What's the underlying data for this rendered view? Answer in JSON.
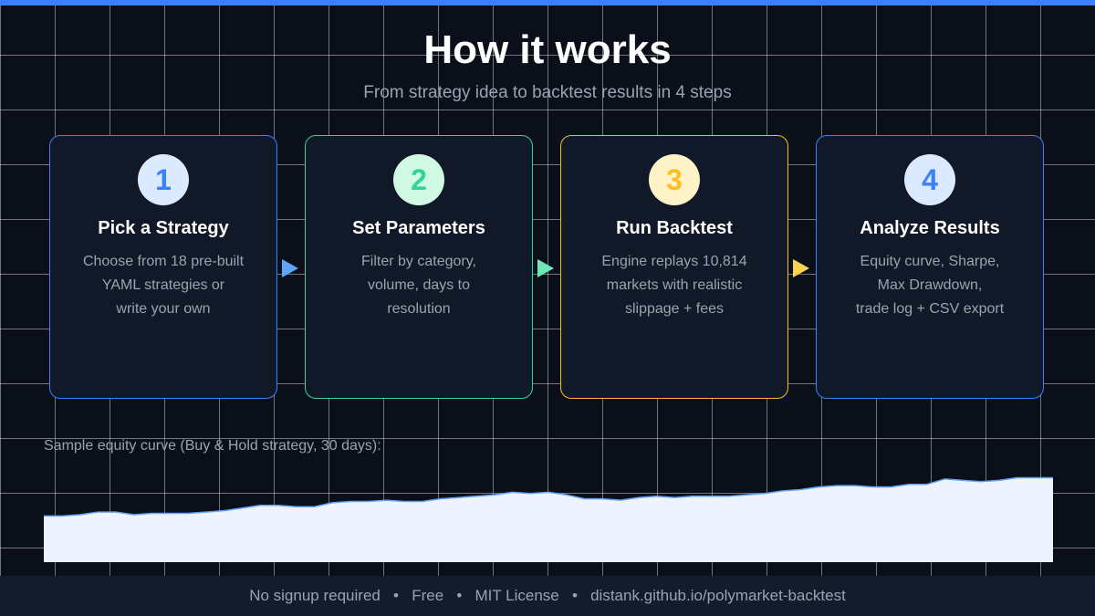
{
  "header": {
    "title": "How it works",
    "subtitle": "From strategy idea to backtest results in 4 steps"
  },
  "colors": {
    "accent_bar": "#3b82f6",
    "step1": "#3b82f6",
    "step2": "#34d399",
    "step3": "#fbbf24",
    "step4": "#3b82f6"
  },
  "steps": [
    {
      "number": "1",
      "title": "Pick a Strategy",
      "desc": [
        "Choose from 18 pre-built",
        "YAML strategies or",
        "write your own"
      ],
      "color": "#3b82f6",
      "circle_bg": "#dbeafe",
      "num_color": "#3b82f6"
    },
    {
      "number": "2",
      "title": "Set Parameters",
      "desc": [
        "Filter by category,",
        "volume, days to",
        "resolution"
      ],
      "color": "#34d399",
      "circle_bg": "#d1fae5",
      "num_color": "#34d399"
    },
    {
      "number": "3",
      "title": "Run Backtest",
      "desc": [
        "Engine replays 10,814",
        "markets with realistic",
        "slippage + fees"
      ],
      "color": "#fbbf24",
      "circle_bg": "#fef3c7",
      "num_color": "#fbbf24"
    },
    {
      "number": "4",
      "title": "Analyze Results",
      "desc": [
        "Equity curve, Sharpe,",
        "Max Drawdown,",
        "trade log + CSV export"
      ],
      "color": "#3b82f6",
      "circle_bg": "#dbeafe",
      "num_color": "#3b82f6"
    }
  ],
  "arrow_colors": [
    "#60a5fa",
    "#6ee7b7",
    "#fcd34d"
  ],
  "chart_label": "Sample equity curve (Buy & Hold strategy, 30 days):",
  "chart_data": {
    "type": "area",
    "title": "",
    "xlabel": "",
    "ylabel": "",
    "x": [
      0,
      1,
      2,
      3,
      4,
      5,
      6,
      7,
      8,
      9,
      10,
      11,
      12,
      13,
      14,
      15,
      16,
      17,
      18,
      19,
      20,
      21,
      22,
      23,
      24,
      25,
      26,
      27,
      28,
      29,
      30,
      31,
      32,
      33,
      34,
      35,
      36,
      37,
      38,
      39
    ],
    "values": [
      35,
      35,
      36,
      38,
      38,
      36,
      37,
      37,
      37,
      38,
      39,
      41,
      43,
      43,
      42,
      42,
      45,
      46,
      46,
      47,
      46,
      46,
      48,
      49,
      50,
      51,
      53,
      52,
      53,
      51,
      48,
      48,
      47,
      49,
      50,
      49,
      50,
      50,
      50,
      51,
      52,
      54,
      55,
      57,
      58,
      58,
      57,
      57,
      59,
      59,
      63,
      62,
      61,
      62,
      64,
      64,
      64
    ],
    "fill_color": "#eef3ff",
    "line_color": "#60a5fa"
  },
  "footer": {
    "item1": "No signup required",
    "item2": "Free",
    "item3": "MIT License",
    "item4": "distank.github.io/polymarket-backtest",
    "separator": "•"
  }
}
